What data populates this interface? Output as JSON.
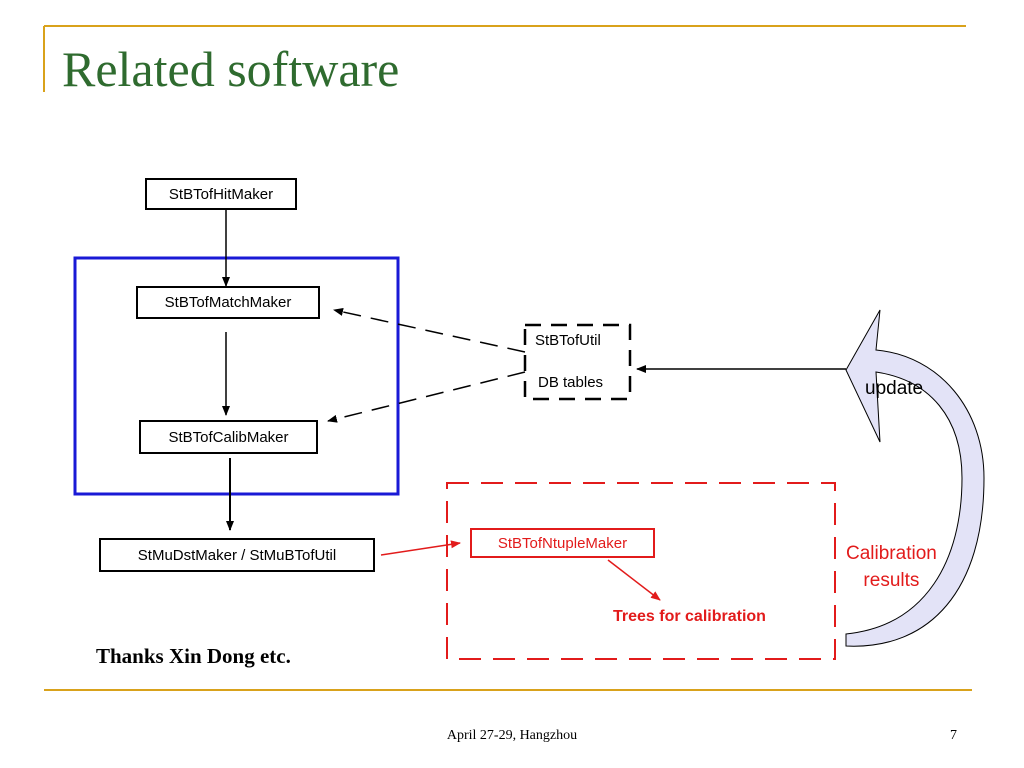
{
  "slide": {
    "title": "Related software",
    "thanks": "Thanks Xin Dong etc.",
    "footer": "April 27-29, Hangzhou",
    "page_number": "7"
  },
  "diagram": {
    "boxes": {
      "hit_maker": "StBTofHitMaker",
      "match_maker": "StBTofMatchMaker",
      "calib_maker": "StBTofCalibMaker",
      "mudst_maker": "StMuDstMaker / StMuBTofUtil",
      "util": "StBTofUtil",
      "db_tables": "DB tables",
      "ntuple_maker": "StBTofNtupleMaker"
    },
    "labels": {
      "trees": "Trees for calibration",
      "update": "update",
      "calibration_line1": "Calibration",
      "calibration_line2": "results"
    }
  },
  "colors": {
    "title": "#2f6b2f",
    "accent_rule": "#d9a21b",
    "blue_frame": "#1a1ad6",
    "red": "#e21b1b",
    "arrow_fill": "#e3e3f7"
  }
}
